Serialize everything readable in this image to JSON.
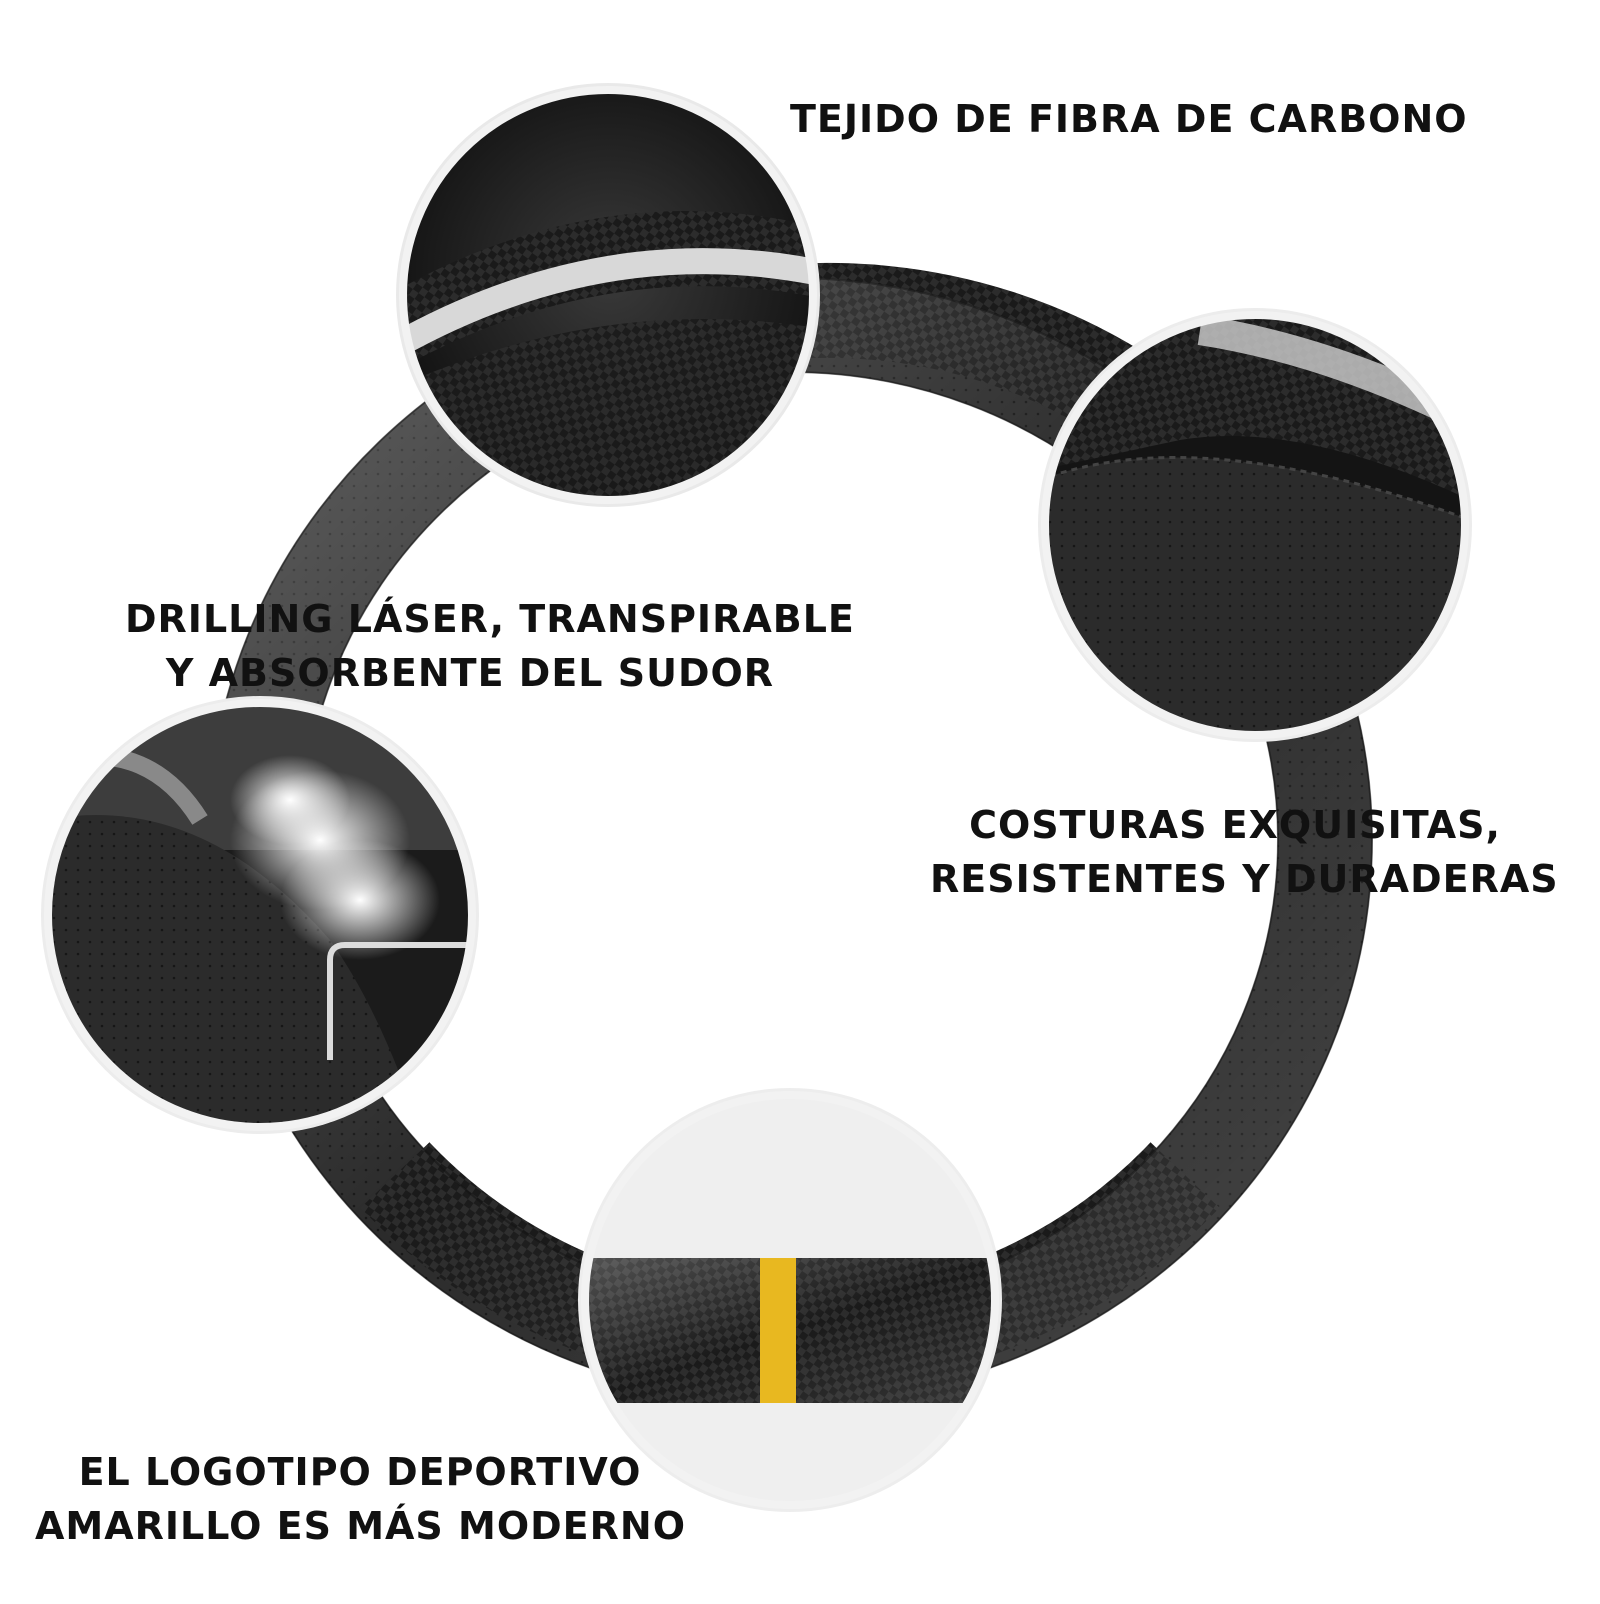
{
  "product": {
    "accent_yellow": "#e8b820",
    "leather_color": "#2a2a2a",
    "carbon_color": "#1c1c1c"
  },
  "captions": {
    "carbon_fiber": [
      "TEJIDO DE FIBRA DE CARBONO"
    ],
    "laser_drilling": [
      "DRILLING LÁSER, TRANSPIRABLE",
      "Y ABSORBENTE DEL SUDOR"
    ],
    "stitching": [
      "COSTURAS EXQUISITAS,",
      "RESISTENTES Y DURADERAS"
    ],
    "yellow_logo": [
      "EL LOGOTIPO DEPORTIVO",
      "AMARILLO ES MÁS MODERNO"
    ]
  }
}
